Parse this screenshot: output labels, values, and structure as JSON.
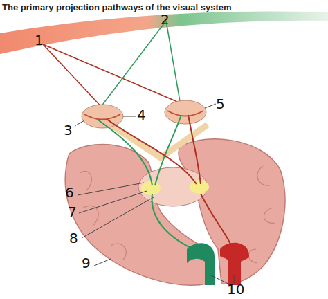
{
  "diagram": {
    "title": "The primary projection pathways of the visual system",
    "labels": [
      "1",
      "2",
      "3",
      "4",
      "5",
      "6",
      "7",
      "8",
      "9",
      "10"
    ]
  }
}
